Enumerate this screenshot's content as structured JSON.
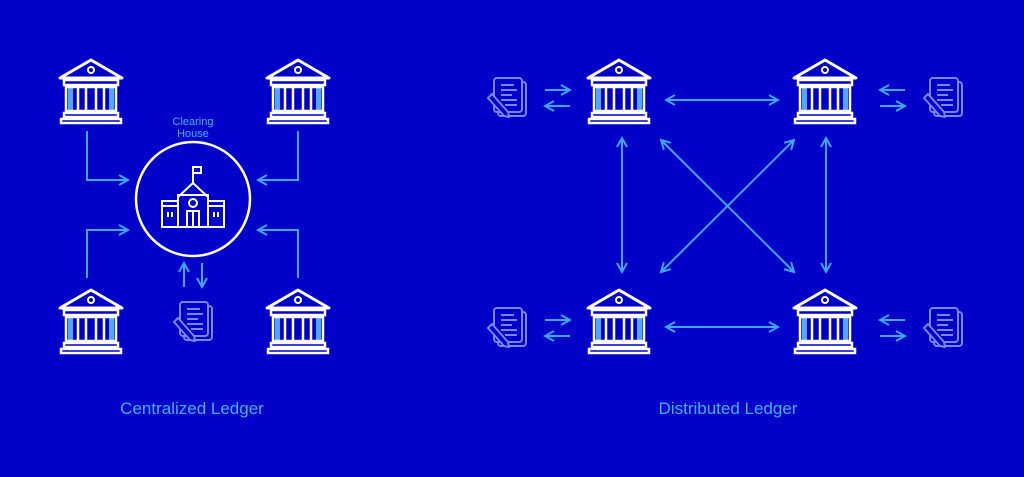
{
  "colors": {
    "background": "#0000c8",
    "arrow": "#3fa6ff",
    "label": "#3fb4ff",
    "building_outline": "#ffffff",
    "column_fill": "#4fa8ff",
    "document": "#7a86ff"
  },
  "centralized": {
    "title": "Centralized Ledger",
    "hub": {
      "label_line1": "Clearing",
      "label_line2": "House",
      "icon": "school-building-icon"
    },
    "banks": [
      {
        "id": "top-left",
        "icon": "bank-icon"
      },
      {
        "id": "top-right",
        "icon": "bank-icon"
      },
      {
        "id": "bottom-left",
        "icon": "bank-icon"
      },
      {
        "id": "bottom-right",
        "icon": "bank-icon"
      }
    ],
    "document": {
      "icon": "document-pen-icon"
    }
  },
  "distributed": {
    "title": "Distributed Ledger",
    "banks": [
      {
        "id": "top-left",
        "icon": "bank-icon"
      },
      {
        "id": "top-right",
        "icon": "bank-icon"
      },
      {
        "id": "bottom-left",
        "icon": "bank-icon"
      },
      {
        "id": "bottom-right",
        "icon": "bank-icon"
      }
    ],
    "documents": [
      {
        "id": "top-left",
        "icon": "document-pen-icon"
      },
      {
        "id": "top-right",
        "icon": "document-pen-icon"
      },
      {
        "id": "bottom-left",
        "icon": "document-pen-icon"
      },
      {
        "id": "bottom-right",
        "icon": "document-pen-icon"
      }
    ]
  }
}
